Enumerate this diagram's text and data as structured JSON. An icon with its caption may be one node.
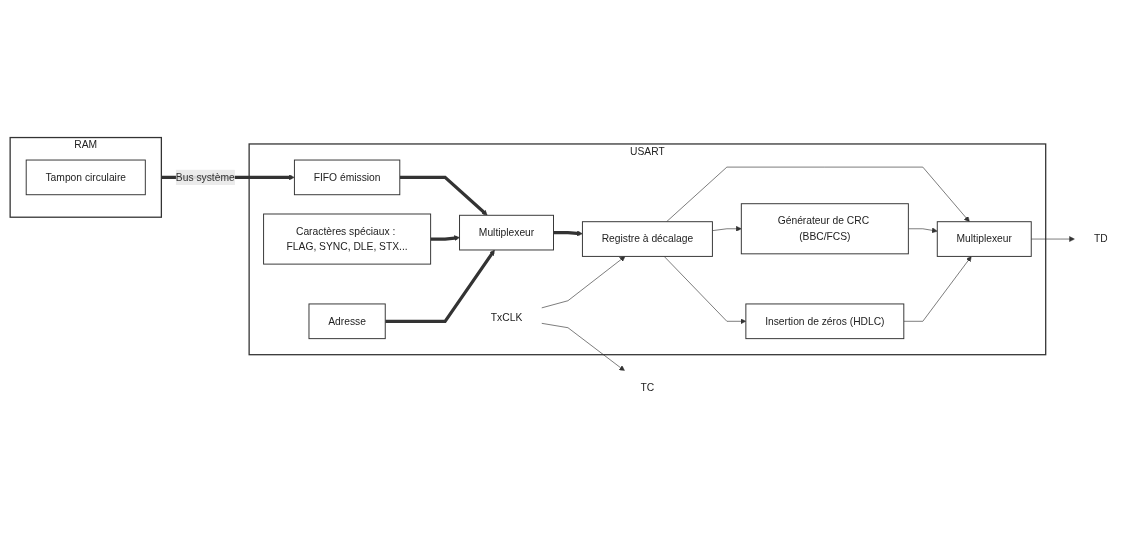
{
  "diagram": {
    "nodes": [
      {
        "text": [
          "RAM"
        ]
      },
      {
        "text": [
          "Tampon circulaire"
        ],
        "in": 0
      },
      {
        "text": [
          "USART"
        ]
      },
      {
        "text": [
          "FIFO émission"
        ],
        "in": 2
      },
      {
        "text": [
          "Caractères spéciaux : FLAG, SYNC, DLE, STX..."
        ],
        "in": 2
      },
      {
        "text": [
          "Adresse"
        ],
        "in": 2
      },
      {
        "text": [
          "Multiplexeur"
        ],
        "in": 2
      },
      {
        "text": [
          "Registre à décalage"
        ],
        "in": 2
      },
      {
        "text": [
          "Générateur de CRC (BBC/FCS)"
        ],
        "in": 2
      },
      {
        "text": [
          "Insertion de zéros (HDLC)"
        ],
        "in": 2
      },
      {
        "text": [
          "Multiplexeur"
        ],
        "in": 2
      },
      {
        "text": [
          "TxCLK"
        ],
        "in": 2
      },
      {
        "text": [
          "TD"
        ]
      },
      {
        "text": [
          "TC"
        ]
      }
    ],
    "edges": [
      {
        "from": 0,
        "to": 3,
        "arrow": "to",
        "label": "Bus système",
        "style": "thick"
      },
      {
        "from": 3,
        "to": 6,
        "arrow": "to",
        "style": "thick"
      },
      {
        "from": 4,
        "to": 6,
        "arrow": "to",
        "style": "thick"
      },
      {
        "from": 5,
        "to": 6,
        "arrow": "to",
        "style": "thick"
      },
      {
        "from": 6,
        "to": 7,
        "arrow": "to",
        "style": "thick"
      },
      {
        "from": 7,
        "to": 8,
        "arrow": "to"
      },
      {
        "from": 7,
        "to": 9,
        "arrow": "to"
      },
      {
        "from": 7,
        "to": 10,
        "arrow": "to"
      },
      {
        "from": 8,
        "to": 10,
        "arrow": "to"
      },
      {
        "from": 9,
        "to": 10,
        "arrow": "to"
      },
      {
        "from": 11,
        "to": 7,
        "arrow": "to"
      },
      {
        "from": 11,
        "to": 13,
        "arrow": "to"
      },
      {
        "from": 10,
        "to": 12,
        "arrow": "to"
      }
    ]
  }
}
